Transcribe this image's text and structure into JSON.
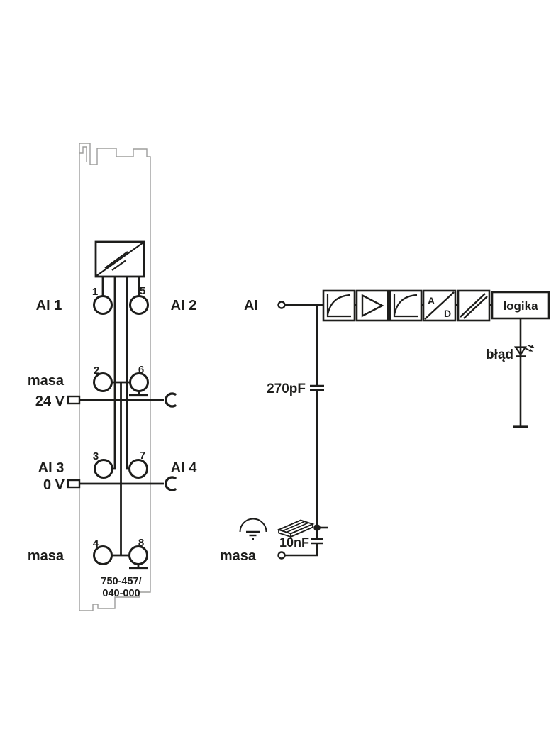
{
  "module": {
    "part_number": [
      "750-457/",
      "040-000"
    ],
    "terminals": [
      "1",
      "2",
      "3",
      "4",
      "5",
      "6",
      "7",
      "8"
    ],
    "labels": {
      "ai1": "AI 1",
      "ai2": "AI 2",
      "masa_top": "masa",
      "v24": "24 V",
      "ai3": "AI 3",
      "ai4": "AI 4",
      "v0": "0 V",
      "masa_bottom": "masa"
    }
  },
  "block_diagram": {
    "input_label": "AI",
    "filter_cap": "270pF",
    "shield_cap": "10nF",
    "ground_label": "masa",
    "logic_label": "logika",
    "error_led_label": "błąd",
    "adc_letters": {
      "a": "A",
      "d": "D"
    }
  },
  "colors": {
    "wire": "#1d1d1b",
    "module_outline": "#9d9d9c",
    "background": "#ffffff"
  }
}
